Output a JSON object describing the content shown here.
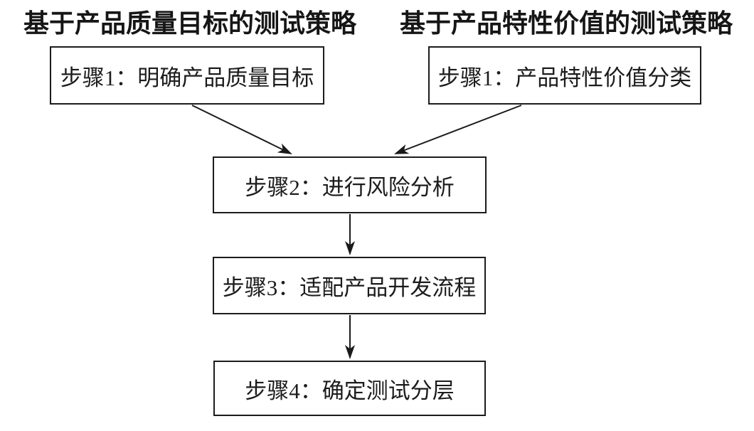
{
  "diagram": {
    "background_color": "#ffffff",
    "line_color": "#1a1a1a",
    "text_color": "#1c1c1c",
    "titles": {
      "left": "基于产品质量目标的测试策略",
      "right": "基于产品特性价值的测试策略"
    },
    "boxes": {
      "left_step1": "步骤1：明确产品质量目标",
      "right_step1": "步骤1：产品特性价值分类",
      "step2": "步骤2：进行风险分析",
      "step3": "步骤3：适配产品开发流程",
      "step4": "步骤4：确定测试分层"
    },
    "arrows": [
      {
        "from": "left_step1",
        "to": "step2"
      },
      {
        "from": "right_step1",
        "to": "step2"
      },
      {
        "from": "step2",
        "to": "step3"
      },
      {
        "from": "step3",
        "to": "step4"
      }
    ]
  }
}
